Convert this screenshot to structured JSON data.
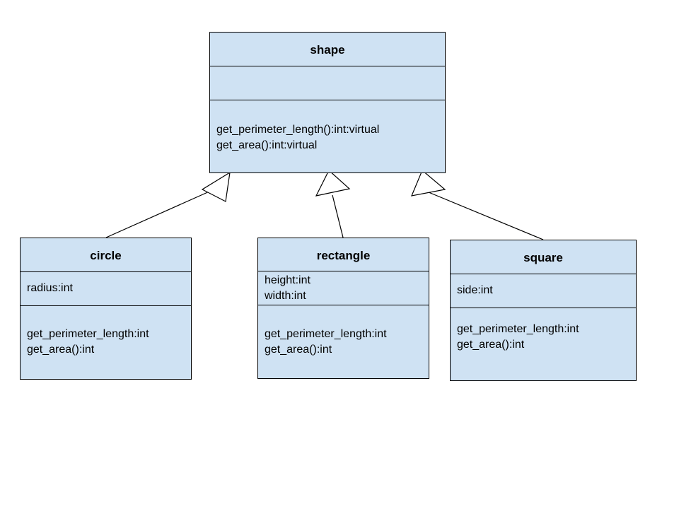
{
  "classes": {
    "shape": {
      "name": "shape",
      "attributes": [],
      "methods": [
        "get_perimeter_length():int:virtual",
        "get_area():int:virtual"
      ]
    },
    "circle": {
      "name": "circle",
      "attributes": [
        "radius:int"
      ],
      "methods": [
        "get_perimeter_length:int",
        "get_area():int"
      ]
    },
    "rectangle": {
      "name": "rectangle",
      "attributes": [
        "height:int",
        "width:int"
      ],
      "methods": [
        "get_perimeter_length:int",
        "get_area():int"
      ]
    },
    "square": {
      "name": "square",
      "attributes": [
        "side:int"
      ],
      "methods": [
        "get_perimeter_length:int",
        "get_area():int"
      ]
    }
  },
  "relationships": [
    {
      "type": "inheritance",
      "from": "circle",
      "to": "shape"
    },
    {
      "type": "inheritance",
      "from": "rectangle",
      "to": "shape"
    },
    {
      "type": "inheritance",
      "from": "square",
      "to": "shape"
    }
  ],
  "colors": {
    "class_fill": "#cfe2f3",
    "stroke": "#000000"
  }
}
